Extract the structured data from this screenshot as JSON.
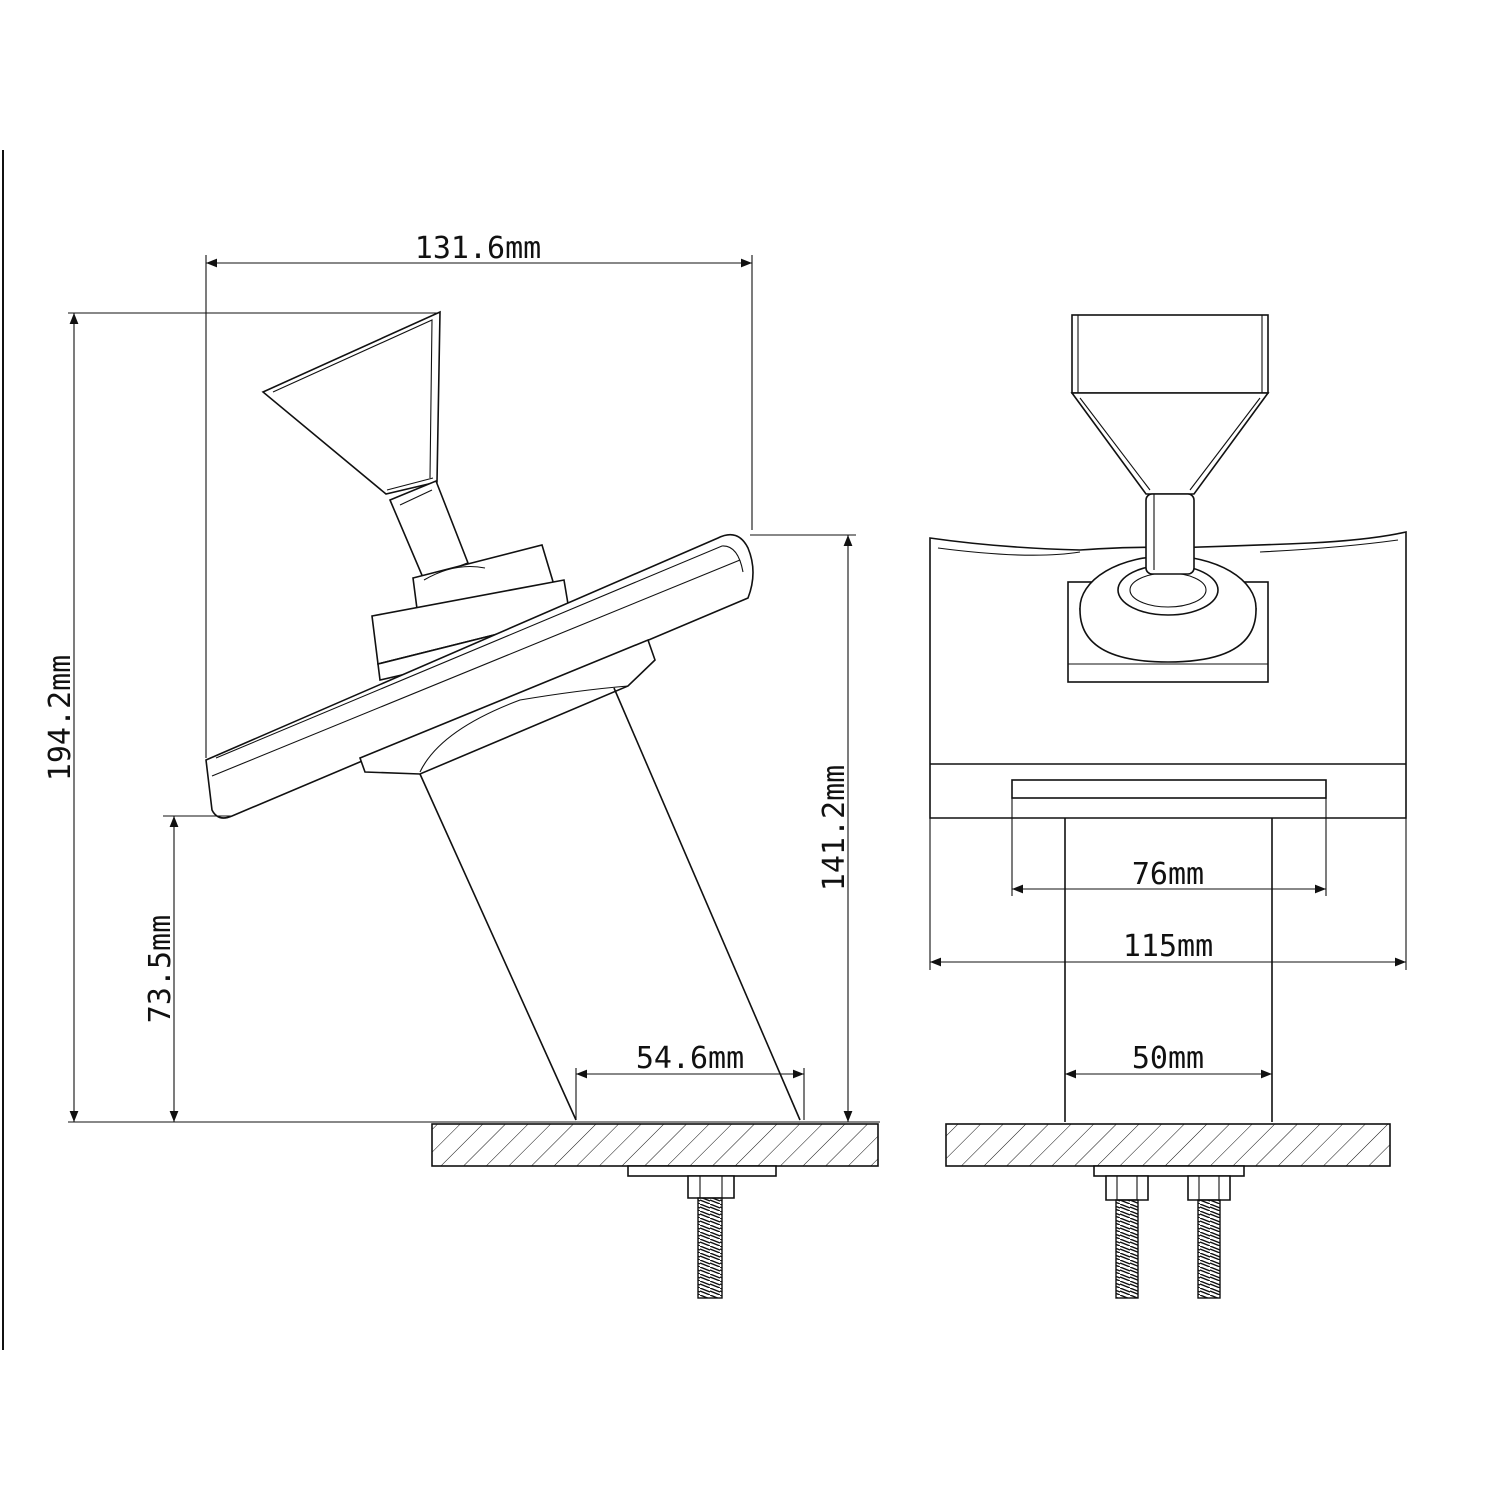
{
  "side_view": {
    "dimensions": {
      "overall_width": "131.6mm",
      "overall_height": "194.2mm",
      "spout_height": "141.2mm",
      "clearance_height": "73.5mm",
      "base_width": "54.6mm"
    }
  },
  "front_view": {
    "dimensions": {
      "outlet_width": "76mm",
      "spout_width": "115mm",
      "base_width": "50mm"
    }
  }
}
